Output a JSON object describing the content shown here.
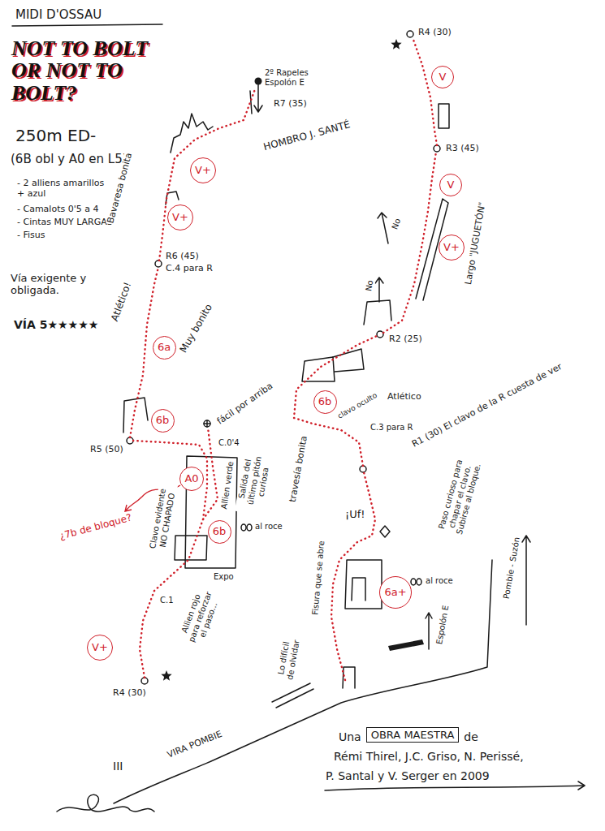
{
  "diagram": {
    "title": "NOT TO BOLT OR NOT TO BOLT?",
    "nodes": [
      {
        "text": [
          "V"
        ]
      },
      {
        "text": [
          "V+"
        ]
      },
      {
        "text": [
          "V"
        ]
      },
      {
        "text": [
          "V+"
        ]
      },
      {
        "text": [
          "V+"
        ]
      },
      {
        "text": [
          "6a"
        ]
      },
      {
        "text": [
          "6b"
        ]
      },
      {
        "text": [
          "6b"
        ]
      },
      {
        "text": [
          "A0"
        ]
      },
      {
        "text": [
          "6b"
        ]
      },
      {
        "text": [
          "6a+"
        ]
      },
      {
        "text": [
          "V+"
        ]
      },
      {
        "text": [
          "OBRA MAESTRA"
        ]
      }
    ],
    "labels": [
      "MIDI D'OSSAU",
      "250m ED-",
      "(6B obl y A0 en L5)",
      "- 2 alliens amarillos + azul",
      "- Camalots 0'5 a 4",
      "- Cintas MUY LARGAS",
      "- Fisus",
      "Vía exigente y obligada.",
      "VÍA 5★★★★★",
      "Bavaresa bonita",
      "2º Rapeles Espolón E",
      "R7 (35)",
      "HOMBRO J. SANTÉ",
      "R6 (45)",
      "C.4 para R",
      "Atlético!",
      "Muy bonito",
      "R5 (50)",
      "fácil por arriba",
      "C.0'4",
      "Allien verde",
      "Salida del último pitón curiosa",
      "¿7b de bloque?",
      "al roce",
      "Clavo evidente NO CHAPADO",
      "Expo",
      "C.1",
      "Allien rojo para reforzar el paso...",
      "R4 (30)",
      "¡Uf!",
      "R4 (30)",
      "R3 (45)",
      "No",
      "Largo \"JUGUETÓN\"",
      "No",
      "R2 (25)",
      "clavo oculto",
      "Atlético",
      "C.3 para R",
      "R1 (30) El clavo de la R cuesta de ver",
      "travesía bonita",
      "Paso curioso para chapar el clavo. Subirse al bloque.",
      "Fisura que se abre",
      "al roce",
      "Espolón E",
      "Pombie - Suzón",
      "Lo difícil de olvidar",
      "III",
      "VIRA POMBIE",
      "Una",
      "de",
      "Rémi Thirel, J.C. Griso, N. Perissé,",
      "P. Santal y V. Serger en 2009"
    ]
  }
}
